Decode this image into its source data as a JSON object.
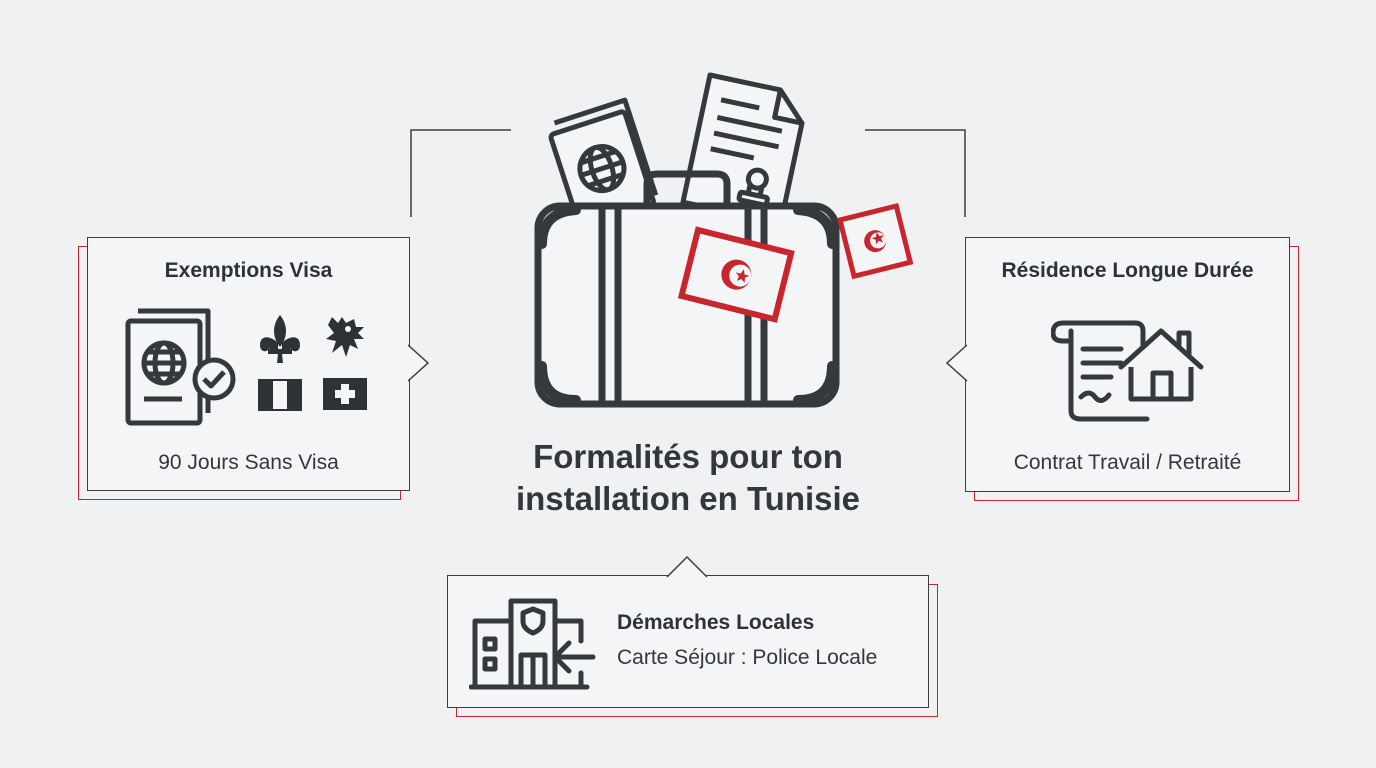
{
  "title": {
    "line1": "Formalités pour ton",
    "line2": "installation en Tunisie"
  },
  "cards": {
    "visa": {
      "title": "Exemptions Visa",
      "text": "90 Jours Sans Visa",
      "icons": [
        "passport-check-icon",
        "fleur-de-lis-icon",
        "lion-crest-icon",
        "italy-flag-icon",
        "swiss-flag-icon"
      ]
    },
    "residence": {
      "title": "Résidence Longue Durée",
      "text": "Contrat Travail / Retraité",
      "icons": [
        "contract-scroll-icon",
        "house-icon"
      ]
    },
    "local": {
      "title": "Démarches Locales",
      "text": "Carte Séjour : Police Locale",
      "icons": [
        "police-station-icon"
      ]
    }
  },
  "center_icons": [
    "suitcase-icon",
    "passport-icon",
    "stamped-document-icon",
    "tunisia-flag-sticker-icon"
  ],
  "colors": {
    "accent_red": "#c9252c",
    "line_dark": "#3a3d41",
    "background": "#f0f1f3"
  }
}
